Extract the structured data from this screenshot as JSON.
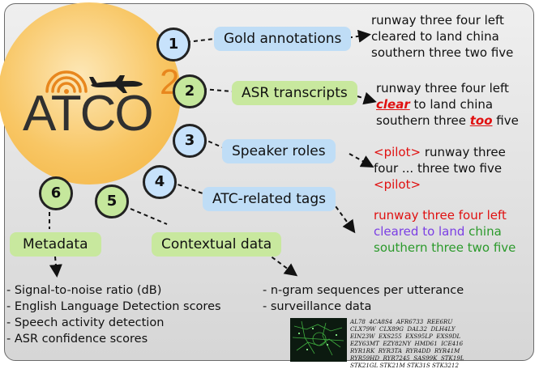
{
  "logo": {
    "text": "ATCO",
    "superscript": "2"
  },
  "steps": [
    {
      "number": "1",
      "label": "Gold annotations"
    },
    {
      "number": "2",
      "label": "ASR transcripts"
    },
    {
      "number": "3",
      "label": "Speaker roles"
    },
    {
      "number": "4",
      "label": "ATC-related tags"
    },
    {
      "number": "5",
      "label": "Contextual data"
    },
    {
      "number": "6",
      "label": "Metadata"
    }
  ],
  "examples": {
    "gold": [
      "runway three four left",
      "cleared to land china",
      "southern three two five"
    ],
    "asr": {
      "line1": "runway three four left",
      "line2_err": "clear",
      "line2_rest": " to land china",
      "line3_pre": "southern three ",
      "line3_err": "too",
      "line3_post": " five"
    },
    "roles": {
      "tag_open": "<pilot>",
      "line1_rest": " runway three",
      "line2": "four ... three two five",
      "tag_close": "<pilot>"
    },
    "tags": {
      "red": "runway three four left",
      "purple": "cleared to land",
      "green1": " china",
      "green2": "southern three two five"
    }
  },
  "metadata_list": [
    "- Signal-to-noise ratio (dB)",
    "- English Language Detection scores",
    "- Speech activity detection",
    "- ASR confidence scores"
  ],
  "context_list": [
    "- n-gram sequences per utterance",
    "- surveillance data"
  ],
  "callsigns": "AL78  4CA8S4  AFR6733  REE6RU\nCLX79W  CLX89G  DAL32  DLH4LY\nEIN23W  EXS255  EXS95LP  EXS9DL\nEZY63MT  EZY82NY  HMD61  ICE416\nRYR1RK  RYR3TA  RYR4DD  RYR41M\nRYR59HD  RYR7245  SAS99K  STK19L\nSTK21GL STK21M STK31S STK3212",
  "colors": {
    "logo_orange": "#f2b23e",
    "box_blue": "#bfddf6",
    "box_green": "#c8e89e",
    "error_red": "#e01010",
    "tag_purple": "#7b3fe4",
    "tag_green": "#2b9a2b"
  }
}
